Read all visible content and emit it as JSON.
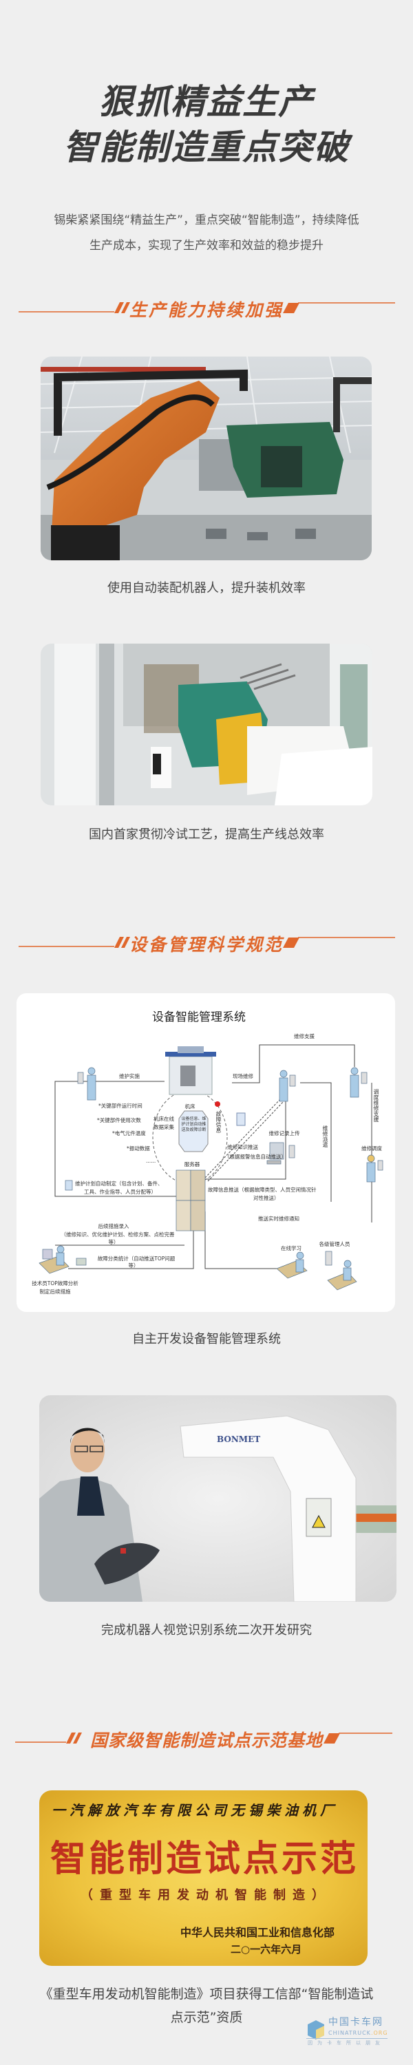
{
  "colors": {
    "accent": "#e0672c",
    "background": "#efefef",
    "plaque_gold": "#eec33e",
    "plaque_red": "#c0301e"
  },
  "title": {
    "line1": "狠抓精益生产",
    "line2": "智能制造重点突破"
  },
  "intro": {
    "line1": "锡柴紧紧围绕“精益生产”，重点突破“智能制造”，持续降低",
    "line2": "生产成本，实现了生产效率和效益的稳步提升"
  },
  "sections": [
    {
      "title": "生产能力持续加强",
      "items": [
        {
          "caption": "使用自动装配机器人，提升装机效率"
        },
        {
          "caption": "国内首家贯彻冷试工艺，提高生产线总效率"
        }
      ]
    },
    {
      "title": "设备管理科学规范",
      "items": [
        {
          "caption": "自主开发设备智能管理系统"
        },
        {
          "caption": "完成机器人视觉识别系统二次开发研究",
          "robot_brand": "BONMET"
        }
      ]
    },
    {
      "title": "国家级智能制造试点示范基地",
      "items": [
        {
          "caption_line1": "《重型车用发动机智能制造》项目获得工信部“智能制造试",
          "caption_line2": "点示范”资质"
        }
      ]
    }
  ],
  "diagram": {
    "title": "设备智能管理系统",
    "labels": {
      "maintain_exec": "维护实施",
      "onsite_repair": "现场维修",
      "repair_support": "维修支援",
      "dispatch_support": "调度维修支援",
      "repair_dispatch": "维修调度",
      "repair_record_upload": "维修记录上传",
      "repair_assign": "维修派遣",
      "machine": "机床",
      "online_collect_1": "机床在线",
      "online_collect_2": "数据采集",
      "octagon": "设备信息、维护计划自动推送及故障诊断",
      "fault_info": "故障信息",
      "knowledge_push_1": "维修知识推送",
      "knowledge_push_2": "（根据报警信息自动推送）",
      "server": "服务器",
      "plan_1": "维护计划自动制定（包含计划、备件、",
      "plan_2": "工具、作业指导、人员分配等）",
      "fault_push_1": "故障信息推送（根据故障类型、人员空闲情况针",
      "fault_push_2": "对性推送）",
      "realtime_notice": "推送实时维修通知",
      "followup_1": "后续措施录入",
      "followup_2": "（维修知识、优化维护计划、检修方案、点检完善",
      "followup_3": "等）",
      "stats_1": "故障分类统计（自动推送TOP问题",
      "stats_2": "等）",
      "tech_1": "技术员TOP故障分析",
      "tech_2": "制定后续措施",
      "online_learning": "在线学习",
      "managers": "各级管理人员"
    },
    "bullets": [
      "*关键部件运行时间",
      "*关键部件使用次数",
      "*电气元件温度",
      "*振动数据",
      "......"
    ]
  },
  "plaque": {
    "company": "一汽解放汽车有限公司无锡柴油机厂",
    "award": "智能制造试点示范",
    "subtitle": "（重型车用发动机智能制造）",
    "issuer": "中华人民共和国工业和信息化部",
    "date": "二○一六年六月"
  },
  "watermark": {
    "cn": "中国卡车网",
    "en": "CHINATRUCK",
    "en_suffix": ".ORG",
    "slogan": "因为卡车所以朋友"
  }
}
